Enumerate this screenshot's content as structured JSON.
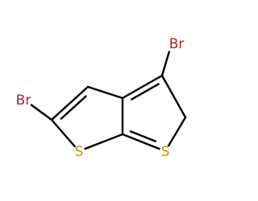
{
  "molecule": {
    "atoms": [
      {
        "id": "br1",
        "element": "Br",
        "label": "Br",
        "color": "#a0292b"
      },
      {
        "id": "br2",
        "element": "Br",
        "label": "Br",
        "color": "#a0292b"
      },
      {
        "id": "s1",
        "element": "S",
        "label": "S",
        "color": "#b59b00"
      },
      {
        "id": "s2",
        "element": "S",
        "label": "S",
        "color": "#b59b00"
      },
      {
        "id": "c2",
        "element": "C"
      },
      {
        "id": "c3",
        "element": "C"
      },
      {
        "id": "c3a",
        "element": "C"
      },
      {
        "id": "c6a",
        "element": "C"
      },
      {
        "id": "c4",
        "element": "C"
      },
      {
        "id": "c5",
        "element": "C"
      }
    ],
    "bonds": [
      {
        "from": "br2",
        "to": "c2",
        "order": 1
      },
      {
        "from": "c2",
        "to": "c3",
        "order": 2
      },
      {
        "from": "c3",
        "to": "c3a",
        "order": 1
      },
      {
        "from": "c3a",
        "to": "c6a",
        "order": 1
      },
      {
        "from": "c6a",
        "to": "s1",
        "order": 1
      },
      {
        "from": "s1",
        "to": "c2",
        "order": 1
      },
      {
        "from": "c6a",
        "to": "s2",
        "order": 2
      },
      {
        "from": "s2",
        "to": "c5",
        "order": 1
      },
      {
        "from": "c5",
        "to": "c4",
        "order": 1
      },
      {
        "from": "c4",
        "to": "c3a",
        "order": 2
      },
      {
        "from": "c4",
        "to": "br1",
        "order": 1
      }
    ]
  }
}
